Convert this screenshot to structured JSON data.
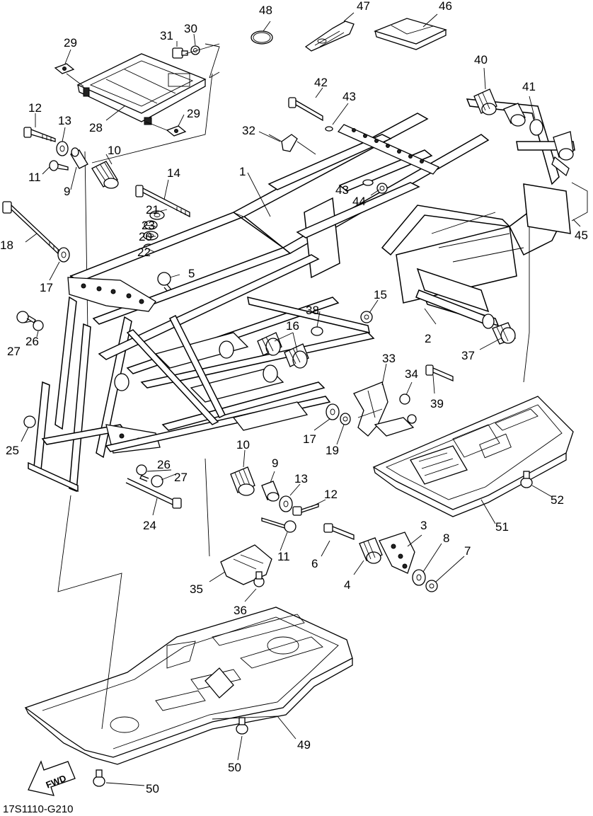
{
  "diagram_code": "17S1110-G210",
  "direction_label": "FWD",
  "callouts": [
    {
      "id": "c1",
      "text": "1"
    },
    {
      "id": "c2",
      "text": "2"
    },
    {
      "id": "c3",
      "text": "3"
    },
    {
      "id": "c4",
      "text": "4"
    },
    {
      "id": "c5",
      "text": "5"
    },
    {
      "id": "c6",
      "text": "6"
    },
    {
      "id": "c7",
      "text": "7"
    },
    {
      "id": "c8",
      "text": "8"
    },
    {
      "id": "c9a",
      "text": "9"
    },
    {
      "id": "c9b",
      "text": "9"
    },
    {
      "id": "c10a",
      "text": "10"
    },
    {
      "id": "c10b",
      "text": "10"
    },
    {
      "id": "c11a",
      "text": "11"
    },
    {
      "id": "c11b",
      "text": "11"
    },
    {
      "id": "c12a",
      "text": "12"
    },
    {
      "id": "c12b",
      "text": "12"
    },
    {
      "id": "c13a",
      "text": "13"
    },
    {
      "id": "c13b",
      "text": "13"
    },
    {
      "id": "c14",
      "text": "14"
    },
    {
      "id": "c15",
      "text": "15"
    },
    {
      "id": "c16",
      "text": "16"
    },
    {
      "id": "c17a",
      "text": "17"
    },
    {
      "id": "c17b",
      "text": "17"
    },
    {
      "id": "c18",
      "text": "18"
    },
    {
      "id": "c19",
      "text": "19"
    },
    {
      "id": "c20",
      "text": "20"
    },
    {
      "id": "c21",
      "text": "21"
    },
    {
      "id": "c22",
      "text": "22"
    },
    {
      "id": "c23",
      "text": "23"
    },
    {
      "id": "c24",
      "text": "24"
    },
    {
      "id": "c25",
      "text": "25"
    },
    {
      "id": "c26a",
      "text": "26"
    },
    {
      "id": "c26b",
      "text": "26"
    },
    {
      "id": "c27a",
      "text": "27"
    },
    {
      "id": "c27b",
      "text": "27"
    },
    {
      "id": "c28",
      "text": "28"
    },
    {
      "id": "c29a",
      "text": "29"
    },
    {
      "id": "c29b",
      "text": "29"
    },
    {
      "id": "c30",
      "text": "30"
    },
    {
      "id": "c31",
      "text": "31"
    },
    {
      "id": "c32",
      "text": "32"
    },
    {
      "id": "c33",
      "text": "33"
    },
    {
      "id": "c34",
      "text": "34"
    },
    {
      "id": "c35",
      "text": "35"
    },
    {
      "id": "c36",
      "text": "36"
    },
    {
      "id": "c37",
      "text": "37"
    },
    {
      "id": "c38",
      "text": "38"
    },
    {
      "id": "c39",
      "text": "39"
    },
    {
      "id": "c40",
      "text": "40"
    },
    {
      "id": "c41",
      "text": "41"
    },
    {
      "id": "c42",
      "text": "42"
    },
    {
      "id": "c43a",
      "text": "43"
    },
    {
      "id": "c43b",
      "text": "43"
    },
    {
      "id": "c44",
      "text": "44"
    },
    {
      "id": "c45",
      "text": "45"
    },
    {
      "id": "c46",
      "text": "46"
    },
    {
      "id": "c47",
      "text": "47"
    },
    {
      "id": "c48",
      "text": "48"
    },
    {
      "id": "c49",
      "text": "49"
    },
    {
      "id": "c50a",
      "text": "50"
    },
    {
      "id": "c50b",
      "text": "50"
    },
    {
      "id": "c51",
      "text": "51"
    },
    {
      "id": "c52",
      "text": "52"
    }
  ]
}
